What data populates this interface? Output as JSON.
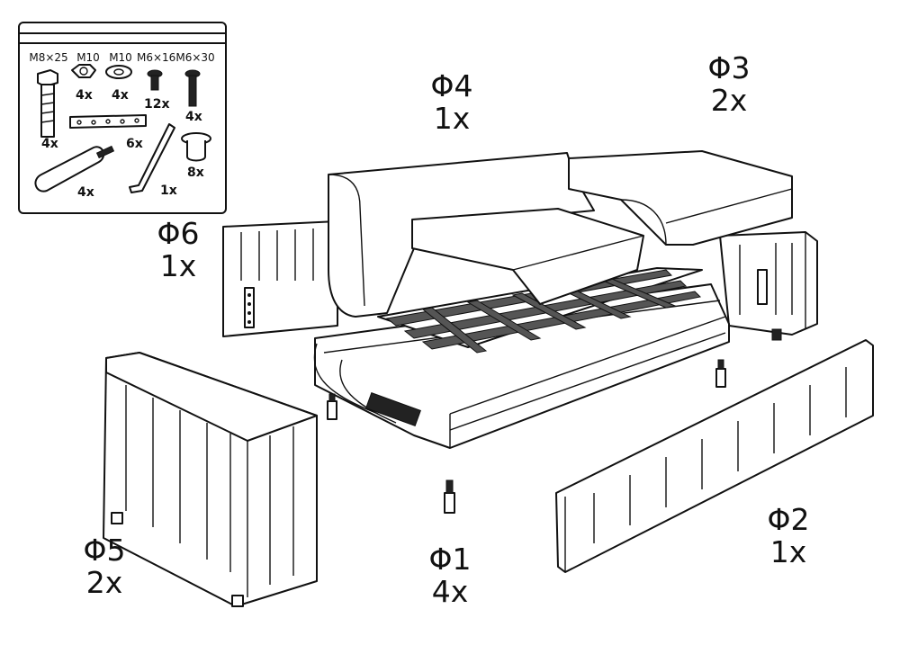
{
  "hardware_bag": {
    "items": [
      {
        "name": "M8×25",
        "qty": "4x"
      },
      {
        "name": "M10",
        "qty": "4x"
      },
      {
        "name": "M10",
        "qty": "4x"
      },
      {
        "name": "M6×16",
        "qty": "12x"
      },
      {
        "name": "M6×30",
        "qty": "4x"
      },
      {
        "name": "",
        "qty": "6x"
      },
      {
        "name": "",
        "qty": "4x"
      },
      {
        "name": "",
        "qty": "1x"
      },
      {
        "name": "",
        "qty": "8x"
      }
    ]
  },
  "parts": [
    {
      "code": "Φ1",
      "qty": "4x"
    },
    {
      "code": "Φ2",
      "qty": "1x"
    },
    {
      "code": "Φ3",
      "qty": "2x"
    },
    {
      "code": "Φ4",
      "qty": "1x"
    },
    {
      "code": "Φ5",
      "qty": "2x"
    },
    {
      "code": "Φ6",
      "qty": "1x"
    }
  ]
}
